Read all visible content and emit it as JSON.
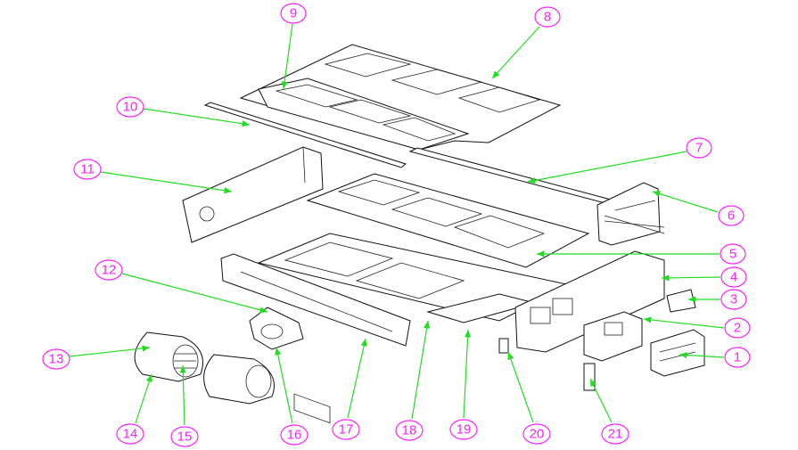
{
  "diagram": {
    "type": "exploded-parts-view",
    "callouts": [
      "1",
      "2",
      "3",
      "4",
      "5",
      "6",
      "7",
      "8",
      "9",
      "10",
      "11",
      "12",
      "13",
      "14",
      "15",
      "16",
      "17",
      "18",
      "19",
      "20",
      "21"
    ],
    "colors": {
      "label": "#ff22ff",
      "leader": "#22dd22",
      "linework": "#111111"
    }
  }
}
